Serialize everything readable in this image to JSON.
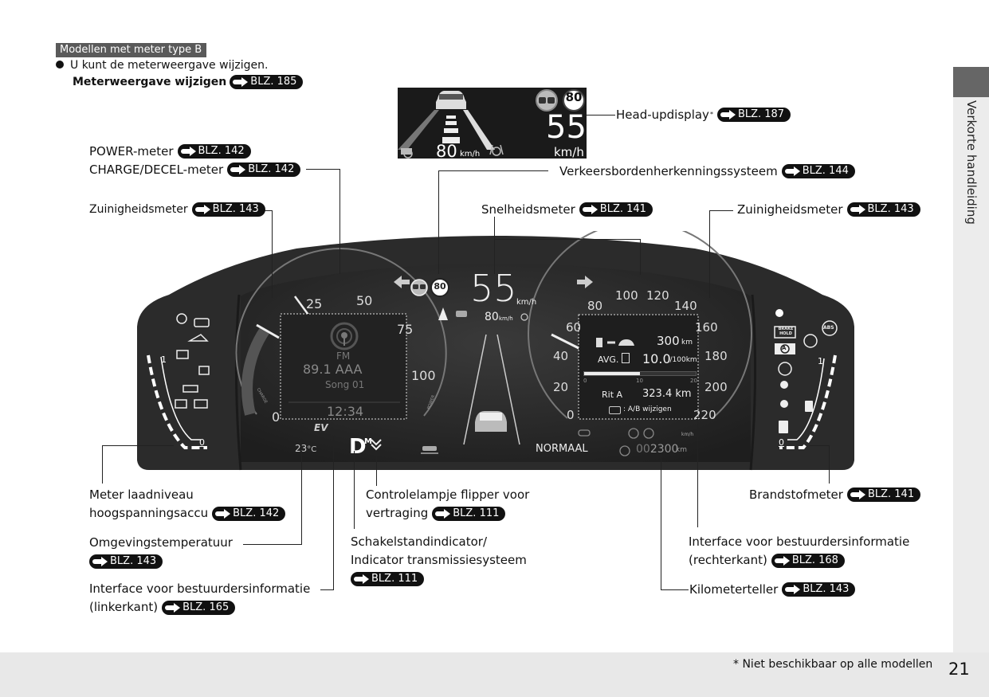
{
  "header": {
    "tag": "Modellen met meter type B",
    "bullet": "U kunt de meterweergave wijzigen.",
    "link_label": "Meterweergave wijzigen",
    "link_ref": "BLZ. 185"
  },
  "side_tab": {
    "label": "Verkorte handleiding"
  },
  "footer": {
    "note": "* Niet beschikbaar op alle modellen",
    "page_number": "21"
  },
  "callouts": {
    "hud": {
      "label": "Head-updisplay",
      "mark": "*",
      "ref": "BLZ. 187"
    },
    "power": {
      "label": "POWER-meter",
      "ref": "BLZ. 142"
    },
    "charge": {
      "label": "CHARGE/DECEL-meter",
      "ref": "BLZ. 142"
    },
    "traffic_sign": {
      "label": "Verkeersbordenherkenningssysteem",
      "ref": "BLZ. 144"
    },
    "economy_left": {
      "label": "Zuinigheidsmeter",
      "ref": "BLZ. 143"
    },
    "speedometer": {
      "label": "Snelheidsmeter",
      "ref": "BLZ. 141"
    },
    "economy_right": {
      "label": "Zuinigheidsmeter",
      "ref": "BLZ. 143"
    },
    "battery_level": {
      "line1": "Meter laadniveau",
      "line2": "hoogspanningsaccu",
      "ref": "BLZ. 142"
    },
    "temperature": {
      "label": "Omgevingstemperatuur",
      "ref": "BLZ. 143"
    },
    "dii_left": {
      "line1": "Interface voor bestuurdersinformatie",
      "line2": "(linkerkant)",
      "ref": "BLZ. 165"
    },
    "paddle": {
      "line1": "Controlelampje flipper voor",
      "line2": "vertraging",
      "ref": "BLZ. 111"
    },
    "shift": {
      "line1": "Schakelstandindicator/",
      "line2": "Indicator transmissiesysteem",
      "ref": "BLZ. 111"
    },
    "fuel": {
      "label": "Brandstofmeter",
      "ref": "BLZ. 141"
    },
    "dii_right": {
      "line1": "Interface voor bestuurdersinformatie",
      "line2": "(rechterkant)",
      "ref": "BLZ. 168"
    },
    "odometer": {
      "label": "Kilometerteller",
      "ref": "BLZ. 143"
    }
  },
  "hud_display": {
    "speed": "55",
    "speed_unit": "km/h",
    "set_speed": "80",
    "set_unit": "km/h",
    "sign_value": "80"
  },
  "cluster": {
    "power_gauge": {
      "ticks": [
        "0",
        "25",
        "50",
        "75",
        "100"
      ],
      "charge_label": "CHARGE",
      "power_label": "POWER"
    },
    "audio": {
      "source": "FM",
      "station": "89.1 AAA",
      "track": "Song 01",
      "clock": "12:34"
    },
    "center": {
      "speed": "55",
      "speed_unit": "km/h",
      "set_speed": "80",
      "set_unit": "km/h",
      "sign_value": "80"
    },
    "speedometer": {
      "ticks": [
        "0",
        "20",
        "40",
        "60",
        "80",
        "100",
        "120",
        "140",
        "160",
        "180",
        "200",
        "220"
      ],
      "unit": "km/h",
      "needle_value": 55
    },
    "range_info": {
      "range": "300",
      "range_unit": "km",
      "avg_label": "AVG.",
      "avg": "10.0",
      "avg_unit": "l/100km",
      "bar_ticks": [
        "0",
        "10",
        "20"
      ],
      "bar_value": 10,
      "bar_max": 20,
      "trip_label": "Rit A",
      "trip": "323.4 km",
      "switch_hint": ": A/B wijzigen"
    },
    "temperature": "23",
    "temperature_unit": "°C",
    "ev_badge": "EV",
    "gear": "D",
    "gear_mode": "M",
    "drive_mode": "NORMAAL",
    "odometer_prefix": "00",
    "odometer_value": "2300",
    "odometer_unit": "km",
    "battery_gauge": {
      "full": "1",
      "empty": "0",
      "level": 0.55
    },
    "fuel_gauge": {
      "full": "1",
      "empty": "0",
      "level": 0.3
    },
    "warning_lights_right": {
      "brake_hold_1": "BRAKE",
      "brake_hold_2": "HOLD",
      "abs": "ABS",
      "auto": "A"
    },
    "colors": {
      "bezel": "#2b2b2b",
      "screen": "#1c1c1c",
      "text": "#e8e8e8"
    }
  }
}
